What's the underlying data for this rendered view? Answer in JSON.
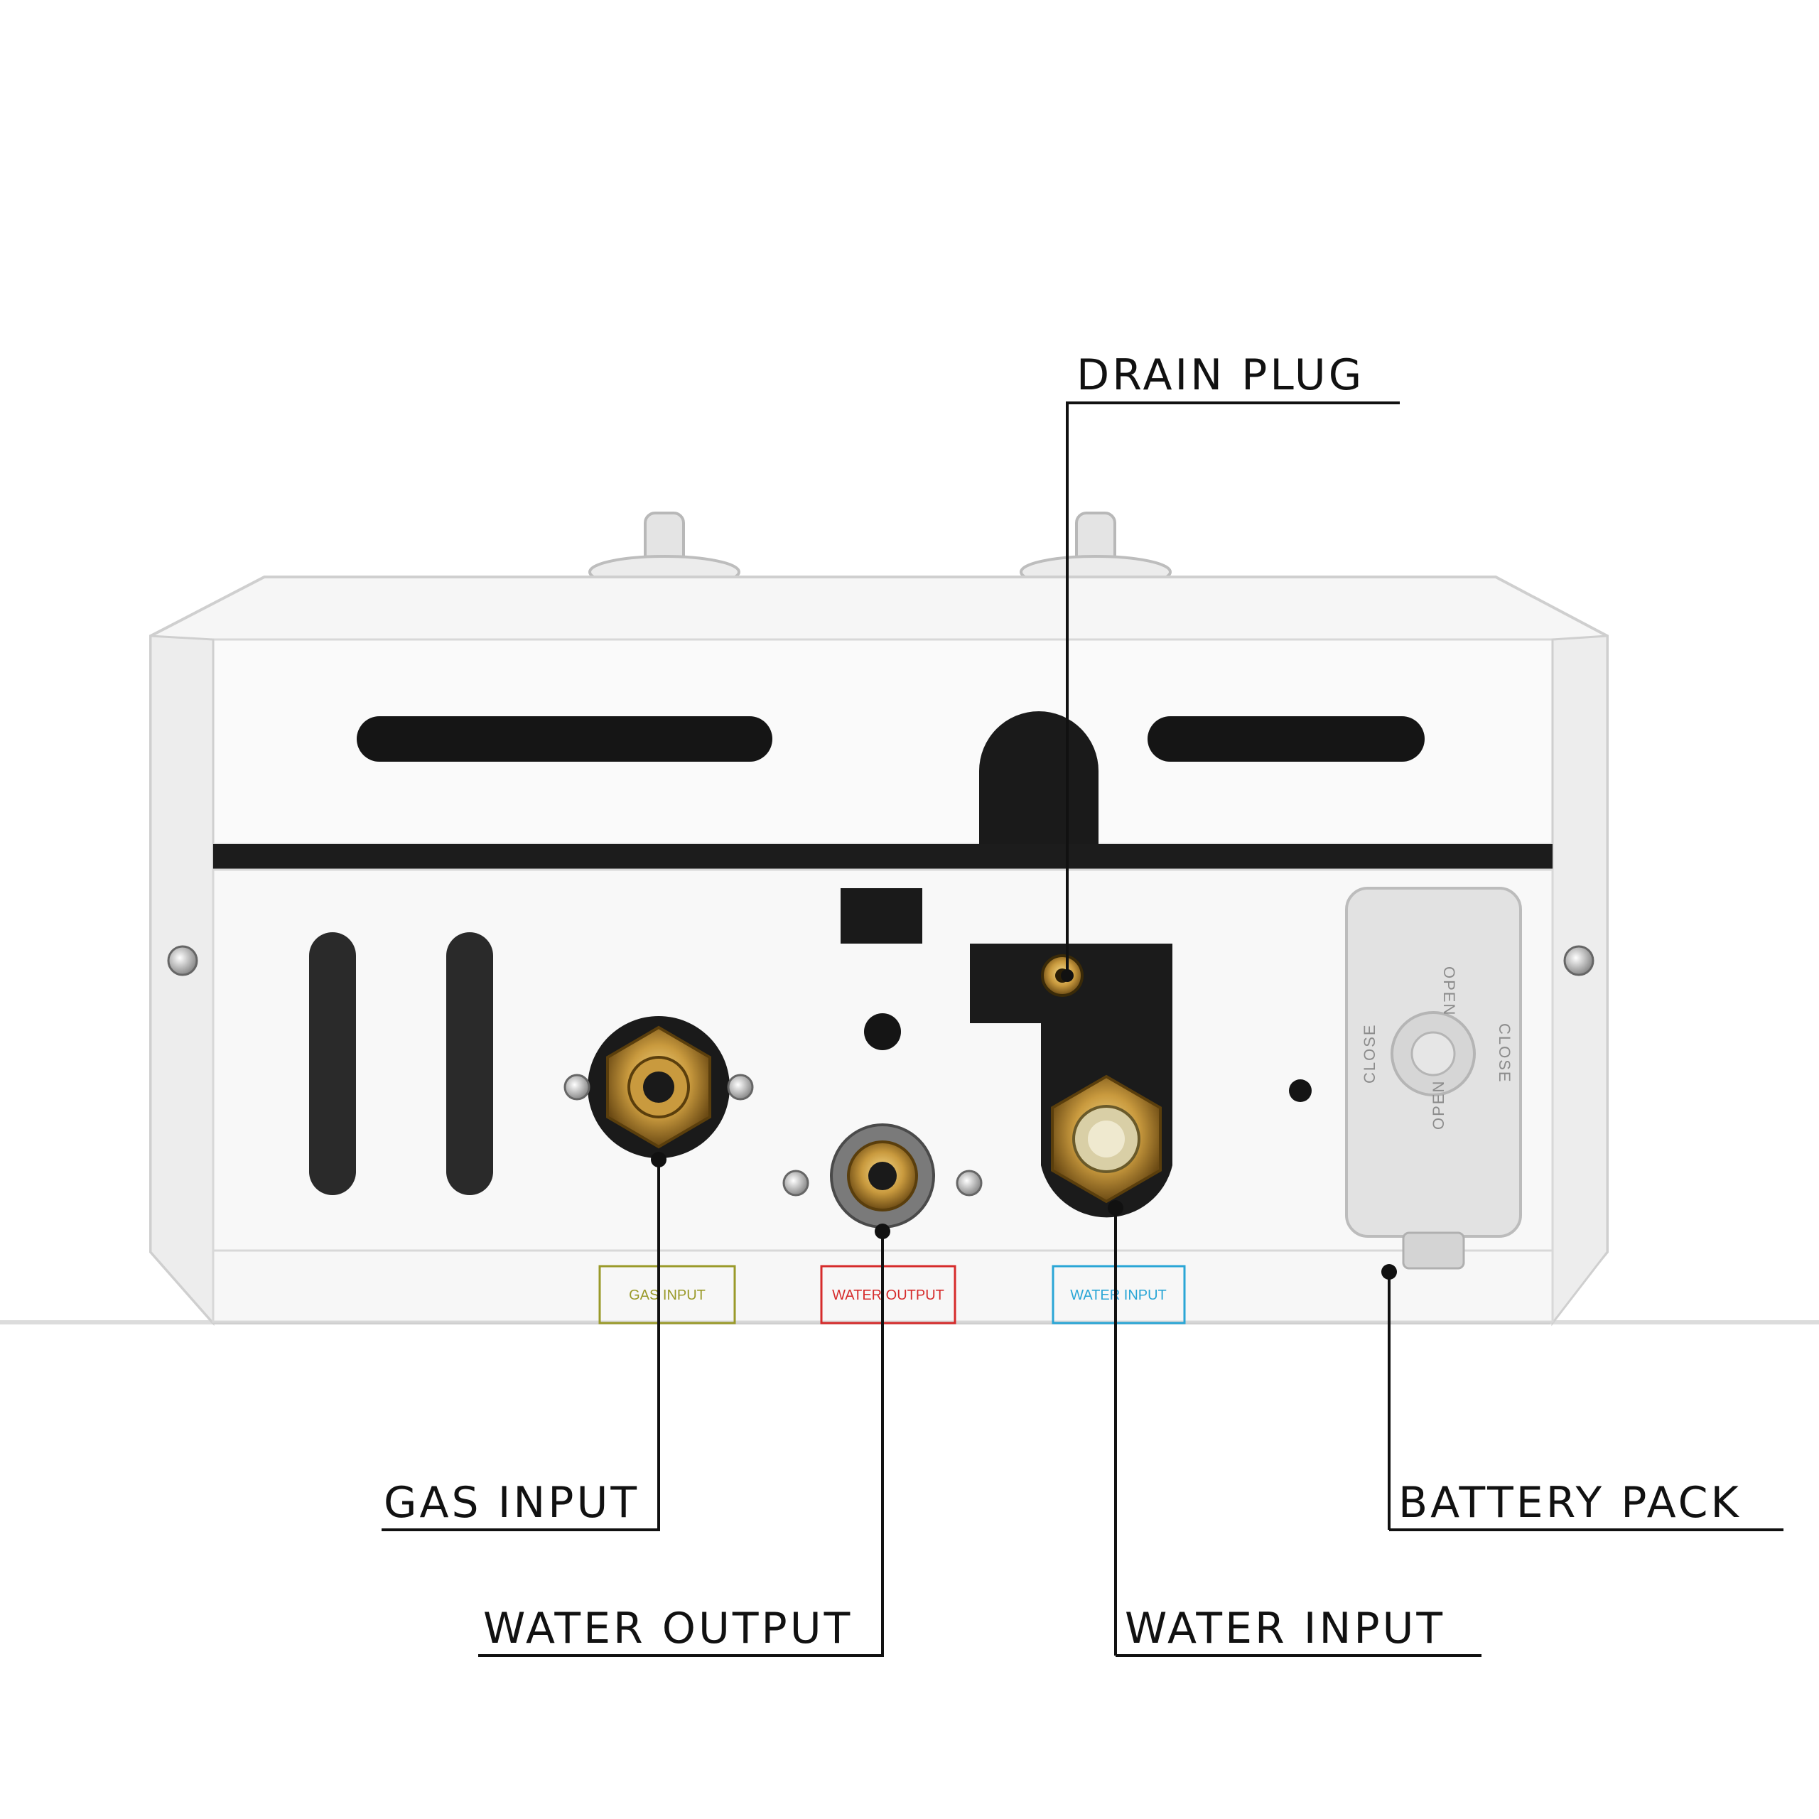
{
  "callouts": {
    "drain_plug": "DRAIN PLUG",
    "gas_input": "GAS INPUT",
    "water_output": "WATER OUTPUT",
    "water_input": "WATER INPUT",
    "battery_pack": "BATTERY PACK"
  },
  "port_labels": {
    "gas_input": "GAS INPUT",
    "water_output": "WATER OUTPUT",
    "water_input": "WATER INPUT"
  },
  "battery_cover": {
    "open_top": "OPEN",
    "open_bottom": "OPEN",
    "close_left": "CLOSE",
    "close_right": "CLOSE"
  },
  "colors": {
    "gas_label": "#9a9a2a",
    "water_output_label": "#d62b2b",
    "water_input_label": "#2aa6d6"
  }
}
